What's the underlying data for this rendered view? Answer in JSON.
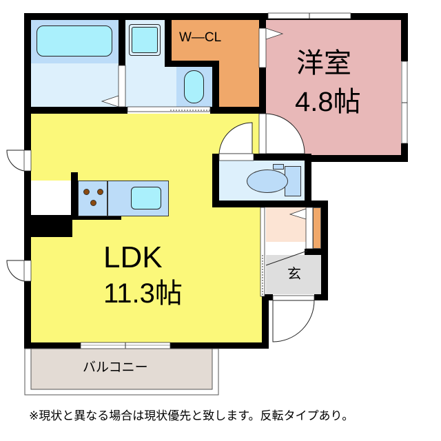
{
  "rooms": {
    "wcl": {
      "label": "W—CL",
      "color": "#f0a86a"
    },
    "western": {
      "label_line1": "洋室",
      "label_line2": "4.8帖",
      "color": "#e8b8b8"
    },
    "ldk": {
      "label_line1": "LDK",
      "label_line2": "11.3帖",
      "color": "#fbf87a"
    },
    "entrance": {
      "label": "玄",
      "color": "#dedede"
    },
    "balcony": {
      "label": "バルコニー",
      "color": "#e3dbd4"
    },
    "bath": {
      "color": "#bcdcf8"
    },
    "washroom": {
      "color": "#ddf0fc"
    },
    "toilet": {
      "color": "#ddf0fc"
    },
    "hall": {
      "color": "#fce4d4"
    }
  },
  "fixtures": {
    "bathtub": {
      "color": "#aaf0fc"
    },
    "sink": {
      "color": "#aaf0fc"
    },
    "washbasin": {
      "color": "#aaf0fc"
    },
    "kitchen_counter": {
      "color": "#bcdcf8"
    },
    "stove_burner": {
      "color": "#8b4a10"
    },
    "toilet_bowl": {
      "color": "#bcdcf8"
    },
    "shoe_cabinet": {
      "color": "#f0a86a"
    }
  },
  "footer": {
    "note": "※現状と異なる場合は現状優先と致します。反転タイプあり。"
  }
}
